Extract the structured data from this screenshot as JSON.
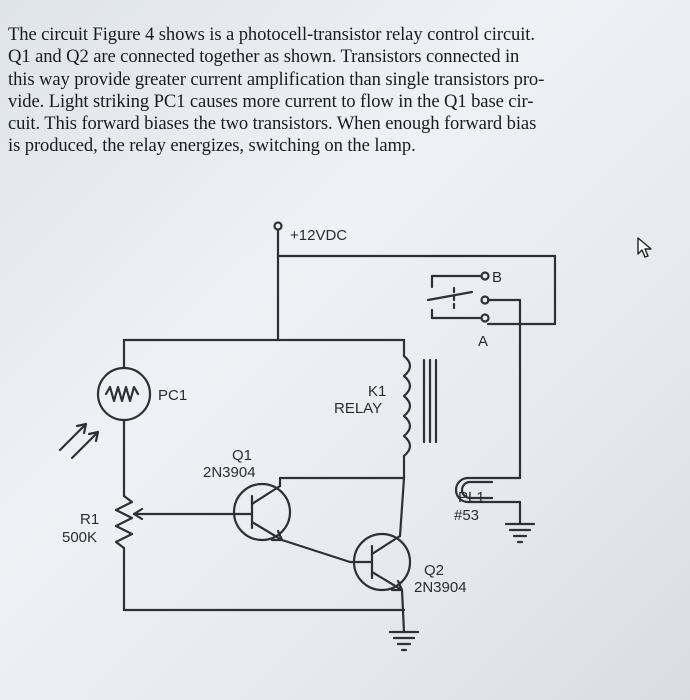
{
  "text": {
    "lines": [
      "The circuit Figure 4 shows is a photocell-transistor relay control circuit.",
      "Q1 and Q2 are connected together as shown. Transistors connected in",
      "this way provide greater current amplification than single transistors pro-",
      "vide. Light striking PC1 causes more current to flow in the Q1 base cir-",
      "cuit. This forward biases the two transistors. When enough forward bias",
      "is produced, the relay energizes, switching on the lamp."
    ]
  },
  "diagram": {
    "supply": "+12VDC",
    "pc1": "PC1",
    "relay_name": "K1",
    "relay_type": "RELAY",
    "contact_b": "B",
    "contact_a": "A",
    "q1_name": "Q1",
    "q1_part": "2N3904",
    "q2_name": "Q2",
    "q2_part": "2N3904",
    "r1_name": "R1",
    "r1_value": "500K",
    "lamp_name": "PL1",
    "lamp_part": "#53"
  },
  "colors": {
    "ink": "#2e3038",
    "text": "#1b1b1f"
  },
  "icons": {
    "cursor": "mouse-pointer-icon"
  }
}
